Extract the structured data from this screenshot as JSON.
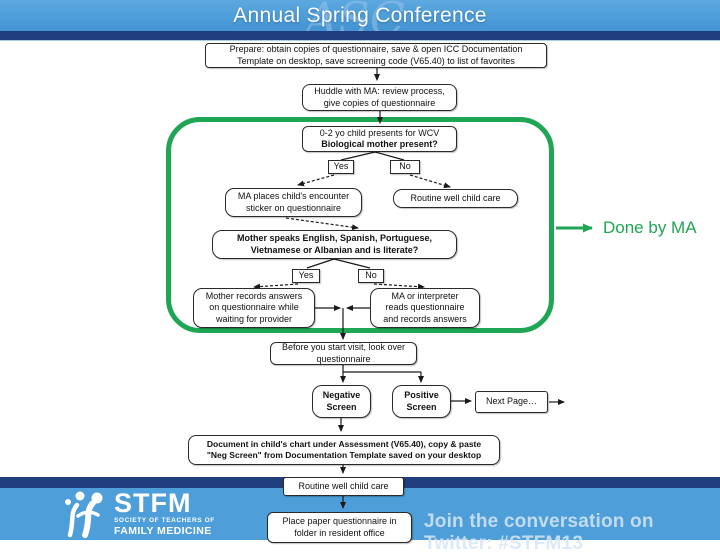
{
  "header": {
    "title": "Annual Spring Conference",
    "watermark": "ASC"
  },
  "flow": {
    "prepare": {
      "line1": "Prepare: obtain copies of questionnaire, save & open ICC Documentation",
      "line2": "Template on desktop, save screening code (V65.40) to list of favorites"
    },
    "huddle": {
      "line1": "Huddle with MA: review process,",
      "line2": "give copies of questionnaire"
    },
    "wcv": {
      "line1": "0-2 yo child presents for WCV",
      "line2": "Biological mother present?"
    },
    "yes1": {
      "label": "Yes"
    },
    "no1": {
      "label": "No"
    },
    "ma_places": {
      "line1": "MA places child's encounter",
      "line2": "sticker on questionnaire"
    },
    "routine1": {
      "label": "Routine well child care"
    },
    "mother_speaks": {
      "line1": "Mother speaks English, Spanish, Portuguese,",
      "line2": "Vietnamese or Albanian and is literate?"
    },
    "yes2": {
      "label": "Yes"
    },
    "no2": {
      "label": "No"
    },
    "mother_records": {
      "line1": "Mother records answers",
      "line2": "on questionnaire while",
      "line3": "waiting for provider"
    },
    "ma_interpreter": {
      "line1": "MA or interpreter",
      "line2": "reads questionnaire",
      "line3": "and records answers"
    },
    "before_visit": {
      "line1": "Before you start visit, look over",
      "line2": "questionnaire"
    },
    "negative": {
      "line1": "Negative",
      "line2": "Screen"
    },
    "positive": {
      "line1": "Positive",
      "line2": "Screen"
    },
    "next_page": {
      "label": "Next Page…"
    },
    "document": {
      "line1": "Document in child's chart under Assessment (V65.40), copy & paste",
      "line2": "\"Neg Screen\" from Documentation Template saved on your desktop"
    },
    "routine2": {
      "label": "Routine well child care"
    },
    "place_paper": {
      "line1": "Place paper questionnaire in",
      "line2": "folder in resident office"
    }
  },
  "annotation": {
    "done_by_ma": "Done by MA"
  },
  "footer": {
    "logo": {
      "acronym": "STFM",
      "subtitle1": "SOCIETY OF TEACHERS OF",
      "subtitle2": "FAMILY MEDICINE"
    },
    "twitter": "Join the conversation on Twitter: #STFM13"
  },
  "colors": {
    "header_blue": "#4d9ed9",
    "navy": "#203e7e",
    "annotation_green": "#1ea654"
  }
}
